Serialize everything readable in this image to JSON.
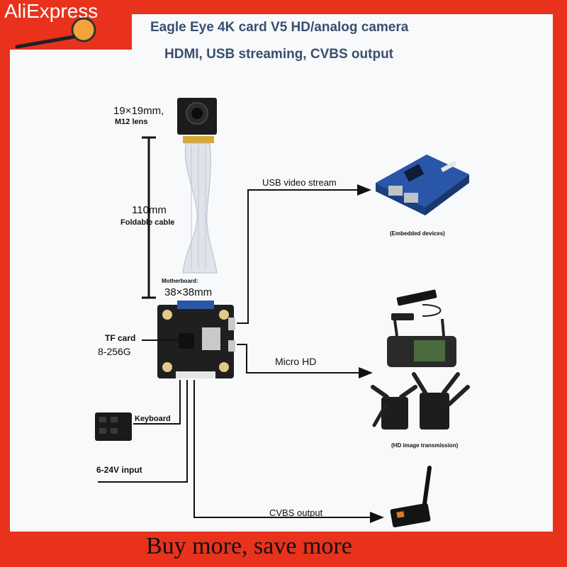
{
  "brand": {
    "logo_text": "AliExpress"
  },
  "header": {
    "title_line1": "Eagle Eye 4K card V5 HD/analog camera",
    "title_line2": "HDMI, USB streaming, CVBS output"
  },
  "camera": {
    "size": "19×19mm,",
    "lens": "M12 lens"
  },
  "cable": {
    "length": "110mm",
    "type": "Foldable cable"
  },
  "motherboard": {
    "label": "Motherboard:",
    "size": "38×38mm"
  },
  "tf_card": {
    "label": "TF card",
    "range": "8-256G"
  },
  "outputs": {
    "usb": "USB video stream",
    "embedded": "(Embedded devices)",
    "micro_hd": "Micro HD",
    "hd_tx": "(HD image transmission)",
    "cvbs": "CVBS output"
  },
  "inputs": {
    "keyboard": "Keyboard",
    "power": "6-24V input"
  },
  "footer": {
    "slogan": "Buy more, save more"
  },
  "colors": {
    "background": "#e8321c",
    "panel": "#f8f9fb",
    "title": "#3a4f6e",
    "board": "#1f1f1f",
    "pcb_blue": "#2a56a8"
  }
}
